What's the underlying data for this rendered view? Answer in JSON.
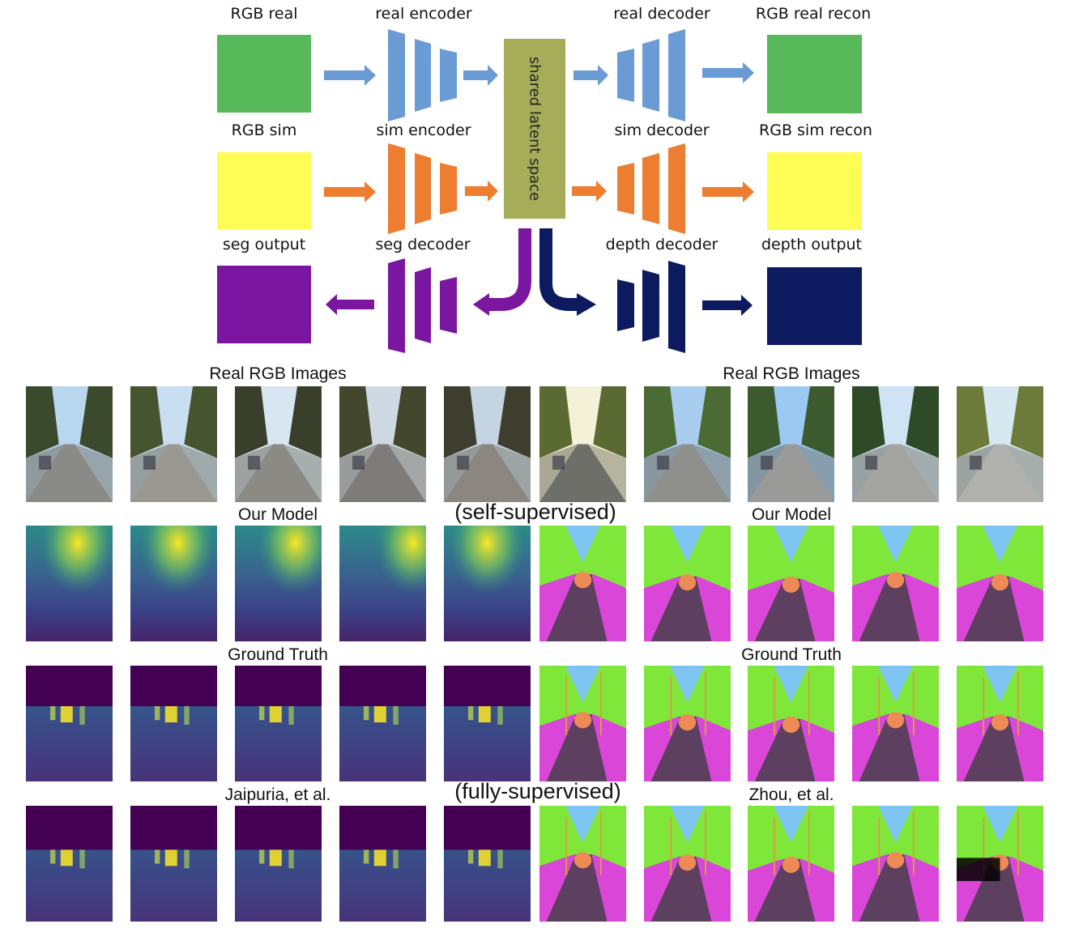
{
  "diagram": {
    "col_labels": {
      "row1": [
        "RGB real",
        "real encoder",
        "real decoder",
        "RGB real recon"
      ],
      "row2": [
        "RGB sim",
        "sim encoder",
        "sim decoder",
        "RGB sim recon"
      ],
      "row3": [
        "seg output",
        "seg decoder",
        "depth decoder",
        "depth output"
      ]
    },
    "latent_label": "shared latent space",
    "colors": {
      "real": "#58b95a",
      "sim": "#fdfd55",
      "seg": "#7a16a0",
      "depth": "#0e1a5f",
      "real_arrow": "#6b9bd4",
      "sim_arrow": "#ed7d31",
      "latent": "#a5ad59"
    }
  },
  "grid": {
    "titles": {
      "real_rgb_left": "Real RGB Images",
      "real_rgb_right": "Real RGB Images",
      "our_model_left": "Our Model",
      "self_supervised": "(self-supervised)",
      "our_model_right": "Our Model",
      "ground_truth_left": "Ground Truth",
      "ground_truth_right": "Ground Truth",
      "jaipuria": "Jaipuria, et al.",
      "fully_supervised": "(fully-supervised)",
      "zhou": "Zhou, et al."
    },
    "rows": [
      "real-rgb",
      "our-model",
      "ground-truth",
      "baseline"
    ],
    "columns": 10,
    "depth_columns": 5,
    "segmentation_columns": 5,
    "palette": {
      "sky": "#7ec4f0",
      "vegetation": "#7fe63a",
      "road": "#5d3f5f",
      "sidewalk": "#d946d8",
      "car": "#ee8a55",
      "depth_far": "#440154",
      "depth_mid": "#2a6e8e",
      "depth_near": "#fde725"
    }
  }
}
